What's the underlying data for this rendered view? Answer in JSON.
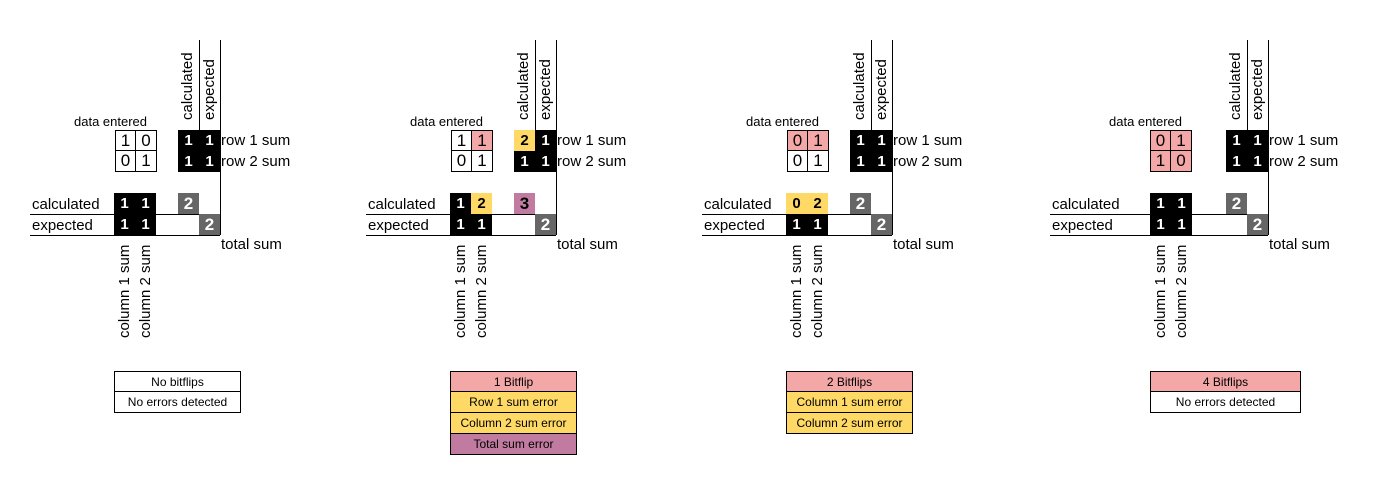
{
  "labels": {
    "data_entered": "data entered",
    "calculated": "calculated",
    "expected": "expected",
    "row_1_sum": "row 1 sum",
    "row_2_sum": "row 2 sum",
    "column_1_sum": "column 1 sum",
    "column_2_sum": "column 2 sum",
    "total_sum": "total sum"
  },
  "colors": {
    "bitflip": "#f4a7a7",
    "sum_error": "#ffd966",
    "total_error": "#c27ba0",
    "sum_cell": "#000000",
    "total_cell": "#666666"
  },
  "panels": [
    {
      "data": [
        [
          "1",
          "0"
        ],
        [
          "0",
          "1"
        ]
      ],
      "data_flipped": [
        [
          false,
          false
        ],
        [
          false,
          false
        ]
      ],
      "row_calc": [
        "1",
        "1"
      ],
      "row_calc_error": [
        false,
        false
      ],
      "row_exp": [
        "1",
        "1"
      ],
      "col_calc": [
        "1",
        "1"
      ],
      "col_calc_error": [
        false,
        false
      ],
      "col_exp": [
        "1",
        "1"
      ],
      "total_calc": "2",
      "total_calc_error": false,
      "total_exp": "2",
      "legend": [
        {
          "text": "No bitflips",
          "style": "plain"
        },
        {
          "text": "No errors detected",
          "style": "plain"
        }
      ]
    },
    {
      "data": [
        [
          "1",
          "1"
        ],
        [
          "0",
          "1"
        ]
      ],
      "data_flipped": [
        [
          false,
          true
        ],
        [
          false,
          false
        ]
      ],
      "row_calc": [
        "2",
        "1"
      ],
      "row_calc_error": [
        true,
        false
      ],
      "row_exp": [
        "1",
        "1"
      ],
      "col_calc": [
        "1",
        "2"
      ],
      "col_calc_error": [
        false,
        true
      ],
      "col_exp": [
        "1",
        "1"
      ],
      "total_calc": "3",
      "total_calc_error": true,
      "total_exp": "2",
      "legend": [
        {
          "text": "1 Bitflip",
          "style": "bitflip"
        },
        {
          "text": "Row 1 sum error",
          "style": "sum_error"
        },
        {
          "text": "Column 2 sum error",
          "style": "sum_error"
        },
        {
          "text": "Total sum error",
          "style": "total_error"
        }
      ]
    },
    {
      "data": [
        [
          "0",
          "1"
        ],
        [
          "0",
          "1"
        ]
      ],
      "data_flipped": [
        [
          true,
          true
        ],
        [
          false,
          false
        ]
      ],
      "row_calc": [
        "1",
        "1"
      ],
      "row_calc_error": [
        false,
        false
      ],
      "row_exp": [
        "1",
        "1"
      ],
      "col_calc": [
        "0",
        "2"
      ],
      "col_calc_error": [
        true,
        true
      ],
      "col_exp": [
        "1",
        "1"
      ],
      "total_calc": "2",
      "total_calc_error": false,
      "total_exp": "2",
      "legend": [
        {
          "text": "2 Bitflips",
          "style": "bitflip"
        },
        {
          "text": "Column 1 sum error",
          "style": "sum_error"
        },
        {
          "text": "Column 2 sum error",
          "style": "sum_error"
        }
      ]
    },
    {
      "data": [
        [
          "0",
          "1"
        ],
        [
          "1",
          "0"
        ]
      ],
      "data_flipped": [
        [
          true,
          true
        ],
        [
          true,
          true
        ]
      ],
      "row_calc": [
        "1",
        "1"
      ],
      "row_calc_error": [
        false,
        false
      ],
      "row_exp": [
        "1",
        "1"
      ],
      "col_calc": [
        "1",
        "1"
      ],
      "col_calc_error": [
        false,
        false
      ],
      "col_exp": [
        "1",
        "1"
      ],
      "total_calc": "2",
      "total_calc_error": false,
      "total_exp": "2",
      "legend": [
        {
          "text": "4 Bitflips",
          "style": "bitflip"
        },
        {
          "text": "No errors detected",
          "style": "plain"
        }
      ]
    }
  ]
}
